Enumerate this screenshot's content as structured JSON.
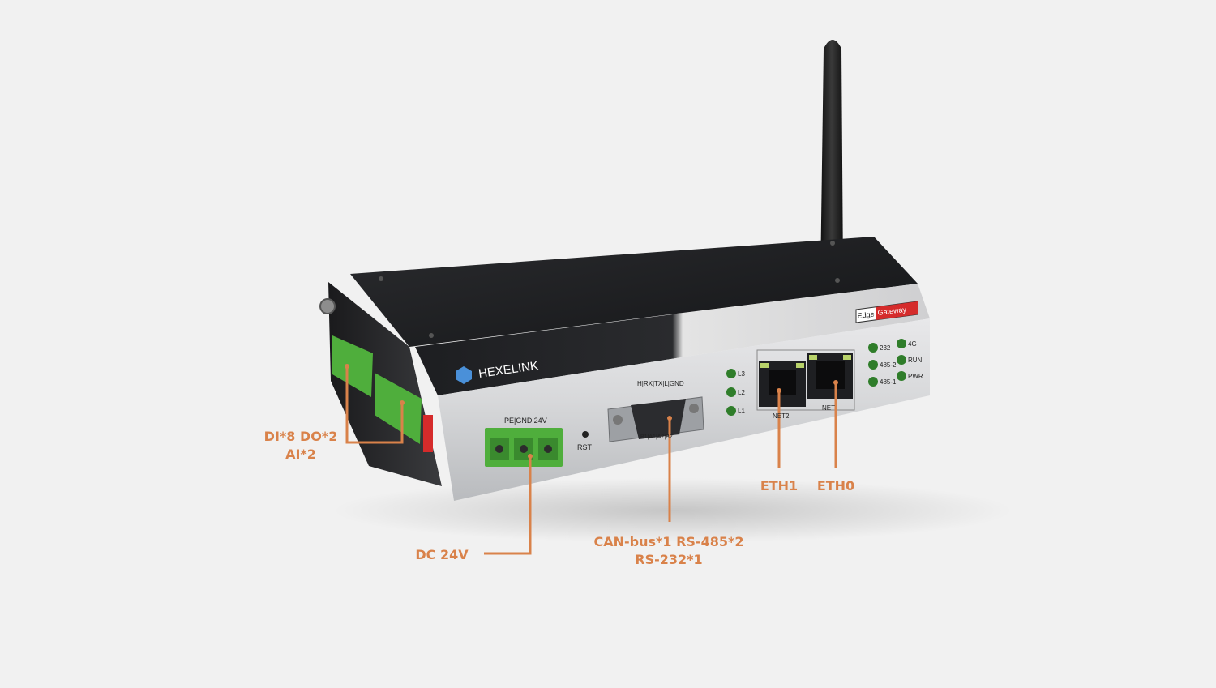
{
  "device": {
    "brand": "HEXELINK",
    "badge_left": "Edge",
    "badge_right": "Gateway",
    "power_connector_label": "PE|GND|24V",
    "reset_label": "RST",
    "serial_top_label": "H|RX|TX|L|GND",
    "serial_bottom_label": "B1|A1|A2|B2",
    "port_net2_label": "NET2",
    "port_net1_label": "NET",
    "leds_left": [
      "L3",
      "L2",
      "L1"
    ],
    "leds_right_col1": [
      "232",
      "485-2",
      "485-1"
    ],
    "leds_right_col2": [
      "4G",
      "RUN",
      "PWR"
    ]
  },
  "callouts": {
    "io": [
      "DI*8 DO*2",
      "AI*2"
    ],
    "power": "DC 24V",
    "serial": [
      "CAN-bus*1 RS-485*2",
      "RS-232*1"
    ],
    "eth1": "ETH1",
    "eth0": "ETH0"
  },
  "colors": {
    "callout": "#d9824a",
    "terminal_green": "#4fae3c",
    "led_green": "#2f7d2a",
    "badge_red": "#d52b2b"
  }
}
